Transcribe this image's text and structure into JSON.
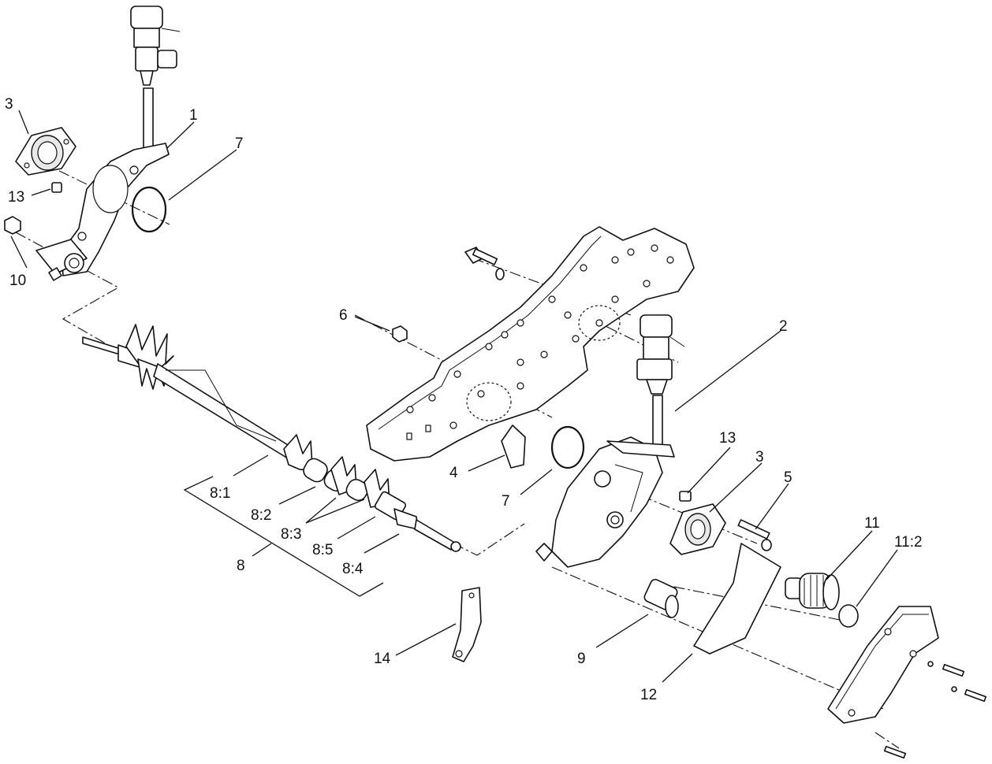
{
  "callouts": [
    {
      "id": "c1",
      "label": "1"
    },
    {
      "id": "c2",
      "label": "2"
    },
    {
      "id": "c3a",
      "label": "3"
    },
    {
      "id": "c3b",
      "label": "3"
    },
    {
      "id": "c4",
      "label": "4"
    },
    {
      "id": "c5",
      "label": "5"
    },
    {
      "id": "c6",
      "label": "6"
    },
    {
      "id": "c7a",
      "label": "7"
    },
    {
      "id": "c7b",
      "label": "7"
    },
    {
      "id": "c8",
      "label": "8"
    },
    {
      "id": "c81",
      "label": "8:1"
    },
    {
      "id": "c82",
      "label": "8:2"
    },
    {
      "id": "c83",
      "label": "8:3"
    },
    {
      "id": "c84",
      "label": "8:4"
    },
    {
      "id": "c85",
      "label": "8:5"
    },
    {
      "id": "c9",
      "label": "9"
    },
    {
      "id": "c10",
      "label": "10"
    },
    {
      "id": "c11",
      "label": "11"
    },
    {
      "id": "c112",
      "label": "11:2"
    },
    {
      "id": "c12",
      "label": "12"
    },
    {
      "id": "c13a",
      "label": "13"
    },
    {
      "id": "c13b",
      "label": "13"
    },
    {
      "id": "c14",
      "label": "14"
    }
  ]
}
